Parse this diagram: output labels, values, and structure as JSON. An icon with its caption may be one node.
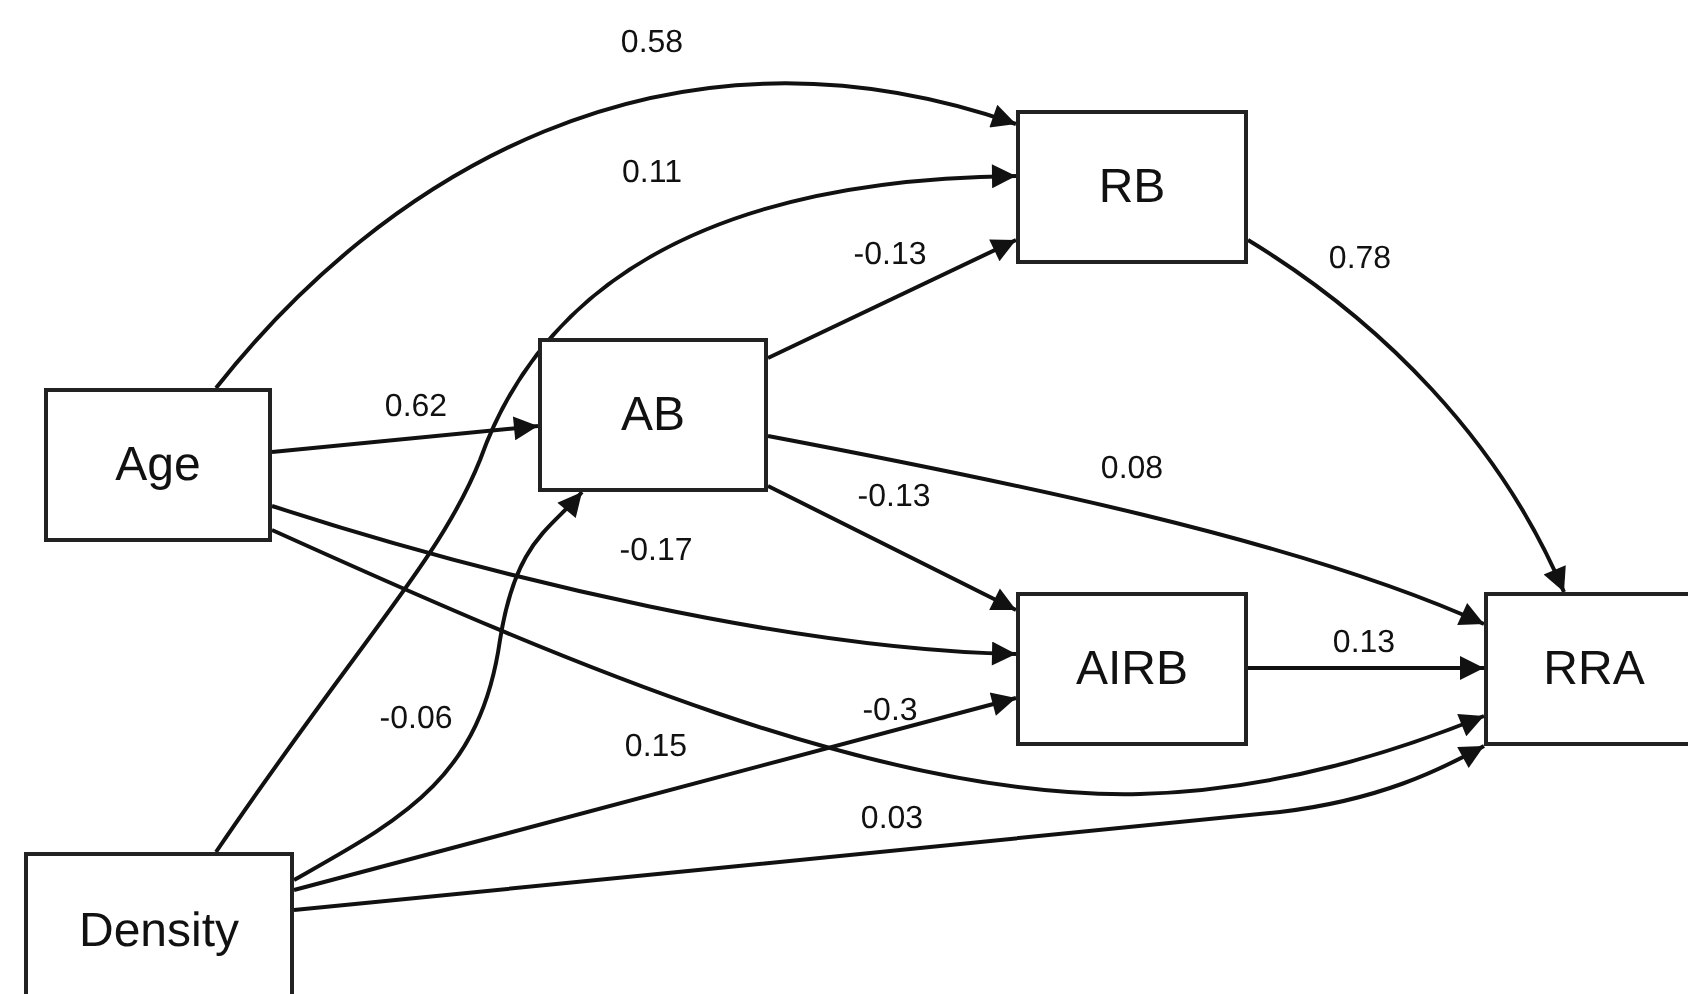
{
  "diagram": {
    "nodes": [
      {
        "text": [
          "Age"
        ]
      },
      {
        "text": [
          "AB"
        ]
      },
      {
        "text": [
          "RB"
        ]
      },
      {
        "text": [
          "AIRB"
        ]
      },
      {
        "text": [
          "RRA"
        ]
      },
      {
        "text": [
          "Density"
        ]
      }
    ],
    "edges": [
      {
        "from": 0,
        "to": 2,
        "arrow": "to",
        "label": "0.58"
      },
      {
        "from": 5,
        "to": 2,
        "arrow": "to",
        "label": "0.11"
      },
      {
        "from": 1,
        "to": 2,
        "arrow": "to",
        "label": "-0.13"
      },
      {
        "from": 0,
        "to": 1,
        "arrow": "to",
        "label": "0.62"
      },
      {
        "from": 2,
        "to": 4,
        "arrow": "to",
        "label": "0.78"
      },
      {
        "from": 1,
        "to": 4,
        "arrow": "to",
        "label": "0.08"
      },
      {
        "from": 1,
        "to": 3,
        "arrow": "to",
        "label": "-0.13"
      },
      {
        "from": 0,
        "to": 3,
        "arrow": "to",
        "label": "-0.17"
      },
      {
        "from": 0,
        "to": 4,
        "arrow": "to",
        "label": "-0.3"
      },
      {
        "from": 5,
        "to": 1,
        "arrow": "to",
        "label": "-0.06"
      },
      {
        "from": 5,
        "to": 3,
        "arrow": "to",
        "label": "0.15"
      },
      {
        "from": 5,
        "to": 4,
        "arrow": "to",
        "label": "0.03"
      },
      {
        "from": 3,
        "to": 4,
        "arrow": "to",
        "label": "0.13"
      }
    ]
  }
}
